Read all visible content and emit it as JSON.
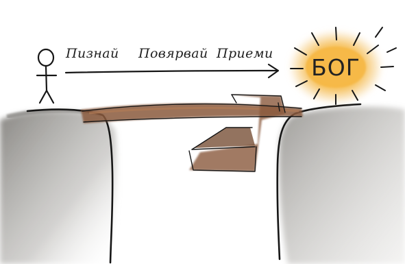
{
  "caption": {
    "word_1": "Пизнай",
    "word_2": "Повярвай",
    "word_3": "Приеми"
  },
  "sun": {
    "label": "БОГ"
  },
  "colors": {
    "ink": "#161616",
    "sun_glow": "#f5b43c",
    "sun_core": "#fbd88a",
    "cliff_shade": "#8c8a86",
    "bridge_wood": "#8a5a3c",
    "bridge_wood_light": "#b07a55"
  }
}
